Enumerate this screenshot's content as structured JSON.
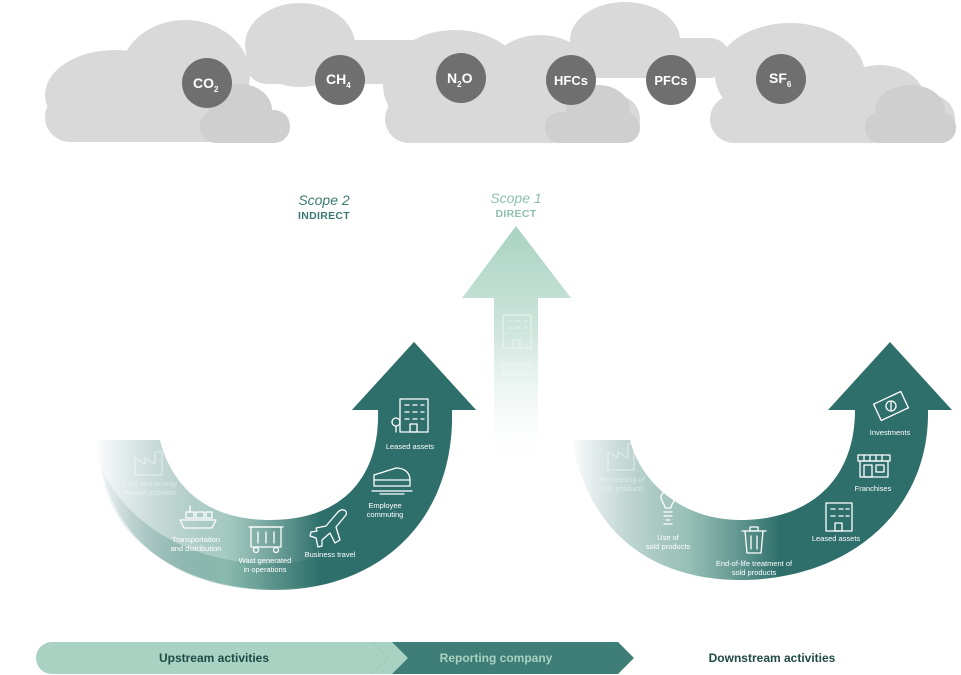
{
  "gases": [
    {
      "base": "CO",
      "sub": "2"
    },
    {
      "base": "CH",
      "sub": "4"
    },
    {
      "base": "N",
      "sub": "2",
      "tail": "O"
    },
    {
      "base": "HFCs",
      "sub": ""
    },
    {
      "base": "PFCs",
      "sub": ""
    },
    {
      "base": "SF",
      "sub": "6"
    }
  ],
  "scopes": {
    "scope2": {
      "name": "Scope 2",
      "type": "INDIRECT"
    },
    "scope1": {
      "name": "Scope 1",
      "type": "DIRECT"
    }
  },
  "upstream_items": {
    "leased_assets": "Leased assets",
    "employee_commuting_1": "Employee",
    "employee_commuting_2": "commuting",
    "business_travel": "Business travel",
    "waste_1": "Wast generated",
    "waste_2": "in operations",
    "transport_1": "Transportation",
    "transport_2": "and distribution",
    "fuel_1": "Fuel and energy",
    "fuel_2": "related activities"
  },
  "company_items": {
    "company_1": "Company",
    "company_2": "facilities"
  },
  "downstream_items": {
    "investments": "Investments",
    "franchises": "Franchises",
    "leased_assets": "Leased assets",
    "eol_1": "End-of-life treatment of",
    "eol_2": "sold products",
    "use_1": "Use of",
    "use_2": "sold products",
    "processing_1": "Processing of",
    "processing_2": "sold products"
  },
  "bars": {
    "upstream": "Upstream activities",
    "reporting": "Reporting company",
    "downstream": "Downstream activities"
  },
  "colors": {
    "cloud": "#d9d9d9",
    "cloud_shadow": "#cccccc",
    "gas_circle": "#6f6f6f",
    "teal_dark": "#2f6f6b",
    "teal_light": "#a9d2c2",
    "scope1_text": "#8fbfae",
    "scope2_text": "#3d7a73",
    "bar_text_dark": "#1f4a45"
  },
  "icons": [
    "building-icon",
    "train-icon",
    "airplane-icon",
    "dumpster-icon",
    "ship-icon",
    "factory-icon",
    "money-icon",
    "shop-icon",
    "trash-icon",
    "lightbulb-icon"
  ]
}
